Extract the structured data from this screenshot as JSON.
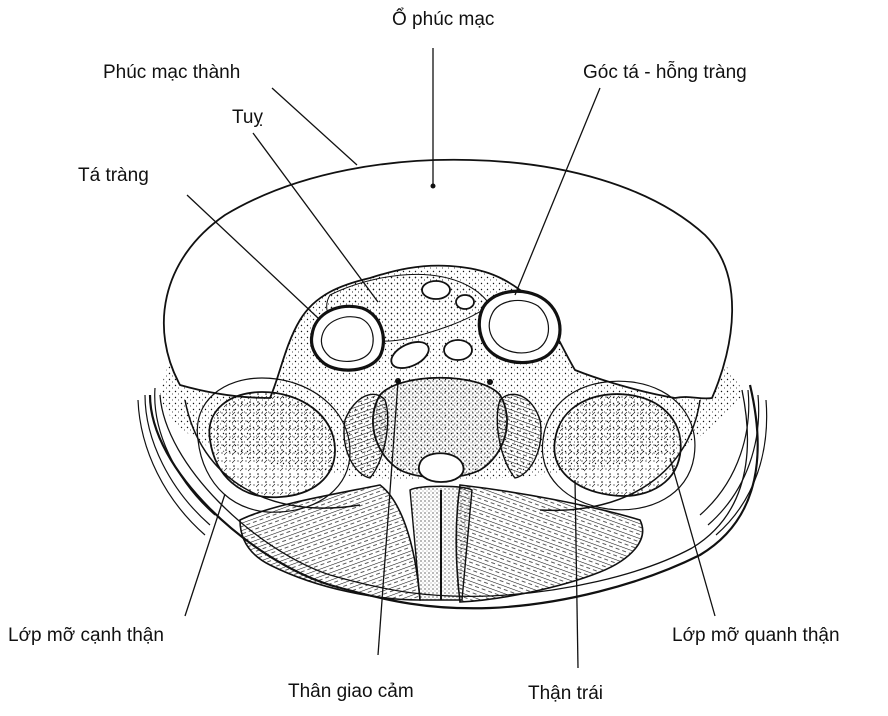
{
  "labels": {
    "o_phuc_mac": "Ổ phúc mạc",
    "phuc_mac_thanh": "Phúc mạc thành",
    "goc_ta_hong_trang": "Góc tá - hỗng tràng",
    "tuy": "Tuỵ",
    "ta_trang": "Tá tràng",
    "lop_mo_canh_than": "Lớp mỡ cạnh thận",
    "lop_mo_quanh_than": "Lớp mỡ quanh thận",
    "than_giao_cam": "Thân giao cảm",
    "than_trai": "Thận trái"
  },
  "colors": {
    "ink": "#111111",
    "paper": "#ffffff"
  }
}
